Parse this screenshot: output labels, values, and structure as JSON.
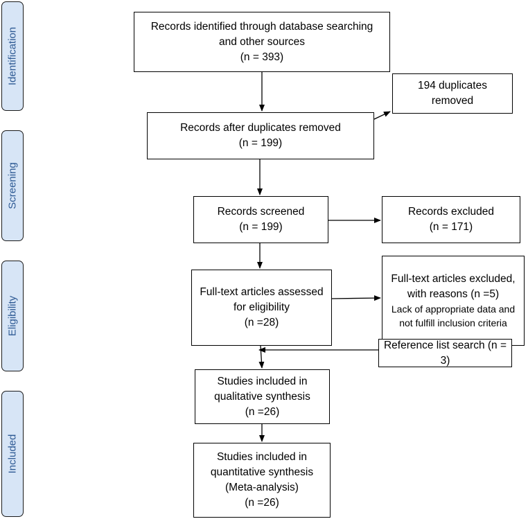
{
  "phases": {
    "identification": "Identification",
    "screening": "Screening",
    "eligibility": "Eligibility",
    "included": "Included"
  },
  "boxes": {
    "identified": {
      "line1": "Records identified through database searching",
      "line2": "and other sources",
      "line3": "(n = 393)"
    },
    "duplicates": {
      "line1": "194 duplicates",
      "line2": "removed"
    },
    "after_duplicates": {
      "line1": "Records after duplicates removed",
      "line2": "(n = 199)"
    },
    "screened": {
      "line1": "Records screened",
      "line2": "(n = 199)"
    },
    "excluded": {
      "line1": "Records excluded",
      "line2": "(n = 171)"
    },
    "fulltext": {
      "line1": "Full-text articles assessed",
      "line2": "for eligibility",
      "line3": "(n =28)"
    },
    "fulltext_excluded": {
      "line1": "Full-text articles excluded,",
      "line2": "with reasons (n =5)",
      "line3": "Lack of appropriate data and",
      "line4": "not fulfill inclusion criteria"
    },
    "reference": {
      "line1": "Reference list search (n = 3)"
    },
    "qualitative": {
      "line1": "Studies included in",
      "line2": "qualitative synthesis",
      "line3": "(n =26)"
    },
    "quantitative": {
      "line1": "Studies included in",
      "line2": "quantitative synthesis",
      "line3": "(Meta-analysis)",
      "line4": "(n =26)"
    }
  }
}
